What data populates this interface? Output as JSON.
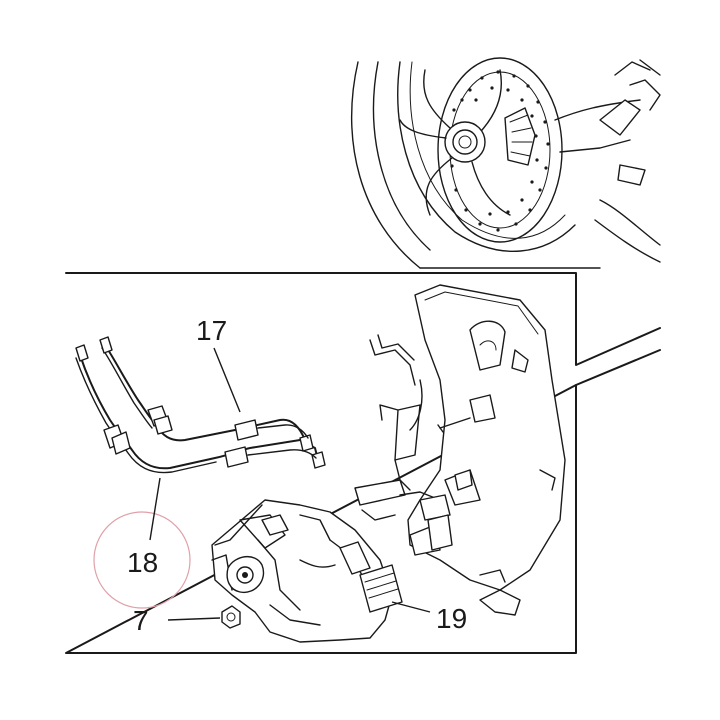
{
  "callouts": {
    "label_17": "17",
    "label_18": "18",
    "label_19": "19",
    "label_7": "7"
  },
  "colors": {
    "line": "#1a1a1a",
    "highlight_circle": "#e0a0a8",
    "background": "#ffffff"
  }
}
